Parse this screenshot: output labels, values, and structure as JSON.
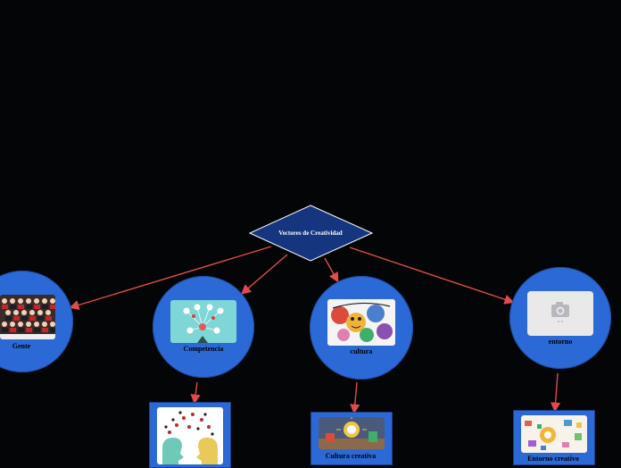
{
  "root": {
    "label": "Vectores de Creatividad",
    "color": "#15357f"
  },
  "nodes": {
    "gente": {
      "label": "Gente"
    },
    "competencia": {
      "label": "Competencia"
    },
    "cultura": {
      "label": "cultura"
    },
    "entorno": {
      "label": "entorno"
    }
  },
  "children": {
    "cultura_creativa": {
      "label": "Cultura creativa"
    },
    "entorno_creativo": {
      "label": "Entorno creativo"
    }
  },
  "colors": {
    "node": "#2b6ad6",
    "connector": "#e24b4b",
    "background": "#030507"
  }
}
